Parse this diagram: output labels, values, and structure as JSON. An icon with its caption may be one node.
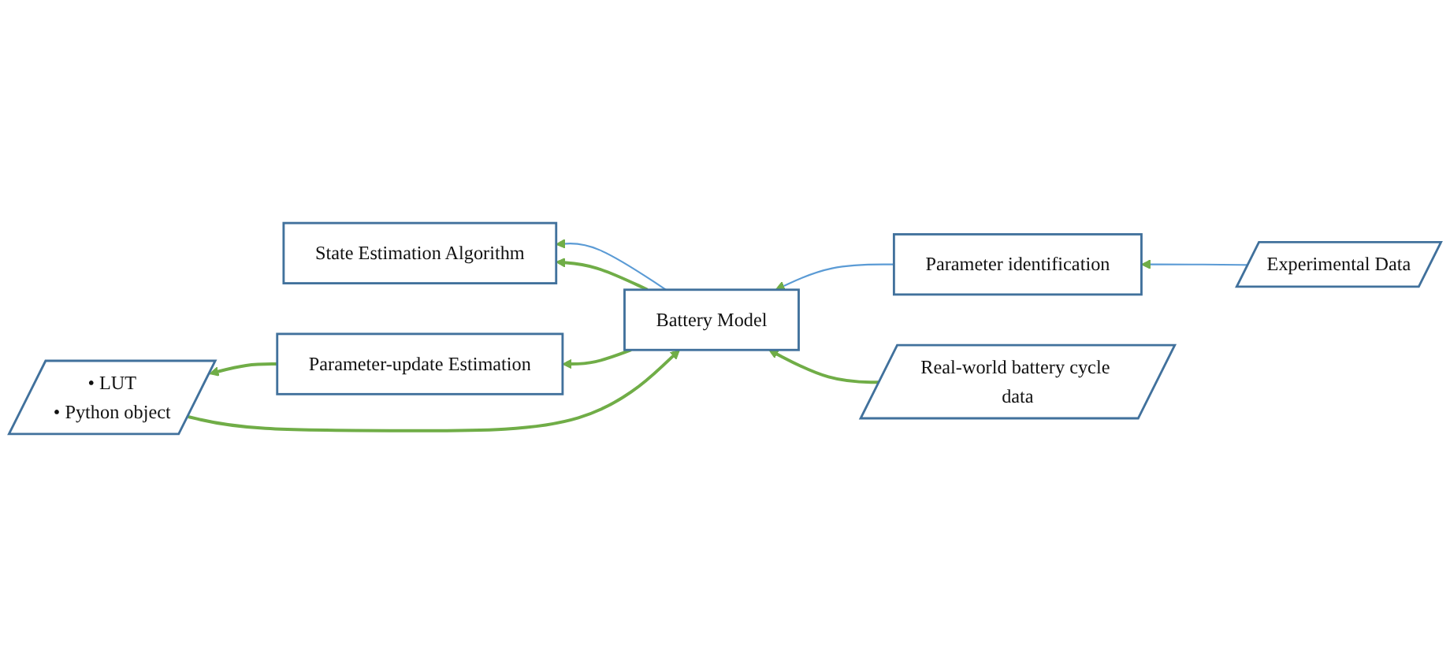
{
  "diagram": {
    "nodes": [
      {
        "text": [
          "State Estimation Algorithm"
        ]
      },
      {
        "text": [
          "Battery Model"
        ]
      },
      {
        "text": [
          "Parameter identification"
        ]
      },
      {
        "text": [
          "Experimental Data"
        ]
      },
      {
        "text": [
          "Real-world battery cycle data"
        ]
      },
      {
        "text": [
          "Parameter-update Estimation"
        ]
      },
      {
        "text": [
          "• LUT",
          "• Python object"
        ]
      }
    ],
    "edges": [
      {
        "from": 1,
        "to": 0,
        "arrow": "to",
        "color": "#5b9bd5"
      },
      {
        "from": 1,
        "to": 0,
        "arrow": "to"
      },
      {
        "from": 2,
        "to": 1,
        "arrow": "to",
        "color": "#5b9bd5"
      },
      {
        "from": 3,
        "to": 2,
        "arrow": "to",
        "color": "#5b9bd5"
      },
      {
        "from": 1,
        "to": 5,
        "arrow": "to"
      },
      {
        "from": 4,
        "to": 1,
        "arrow": "to"
      },
      {
        "from": 5,
        "to": 6,
        "arrow": "to"
      },
      {
        "from": 6,
        "to": 1,
        "arrow": "to"
      }
    ]
  }
}
